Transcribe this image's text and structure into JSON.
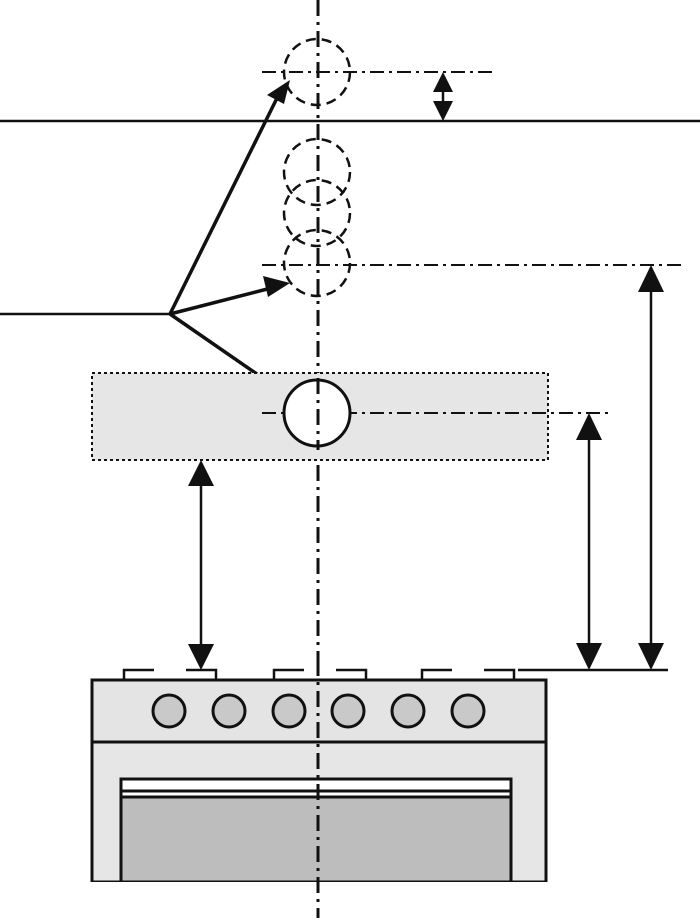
{
  "diagram": {
    "description_free": true,
    "colors": {
      "line": "#111111",
      "shade_light": "#e6e6e6",
      "shade_panel": "#e4e4e4",
      "shade_door": "#bdbdbd",
      "knob_fill": "#c9c9c9",
      "background": "#ffffff"
    },
    "elements": {
      "pipe_positions": [
        "upper-pipe-circle",
        "middle-pipe-circle",
        "lower-pipe-circle",
        "installed-pipe-circle"
      ],
      "stove_knob_count": 6
    }
  }
}
